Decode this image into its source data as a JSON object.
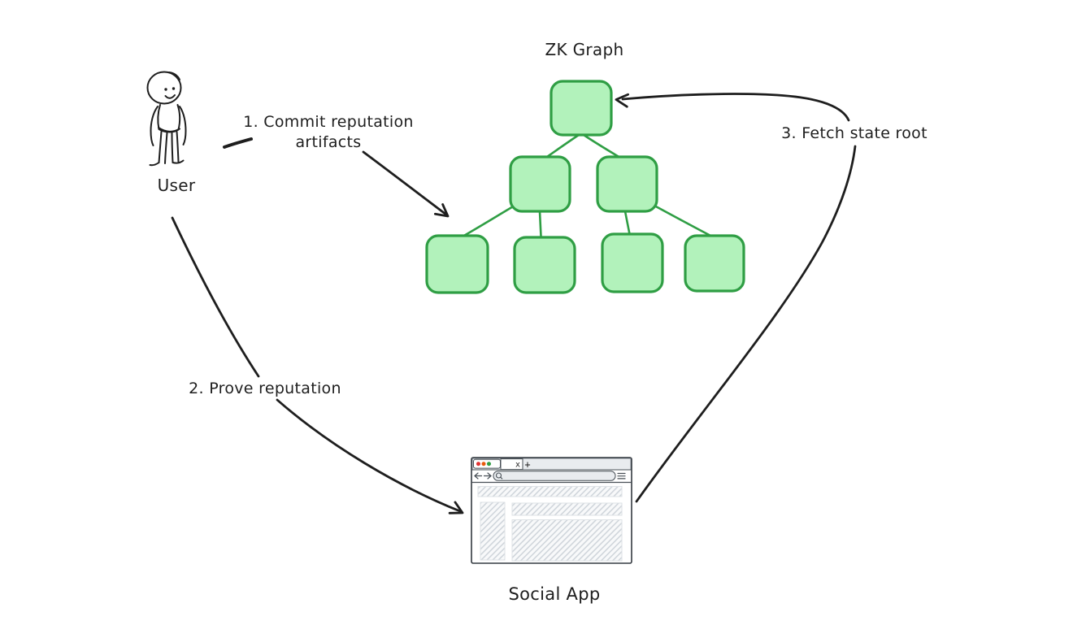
{
  "diagram": {
    "kind": "hand-drawn flow diagram (whiteboard style)",
    "background": "#ffffff",
    "labels": {
      "zk_graph": "ZK Graph",
      "user": "User",
      "social_app": "Social App",
      "step1_line1": "1. Commit reputation",
      "step1_line2": "artifacts",
      "step2": "2. Prove reputation",
      "step3": "3. Fetch state root"
    },
    "colors": {
      "ink": "#1e1e1e",
      "tree_node_fill": "#b2f2bb",
      "tree_node_stroke": "#2f9e44",
      "browser_chrome_gray": "#e9ecef",
      "browser_outline": "#343a40",
      "hatch_line": "#ced4da"
    },
    "tree": {
      "description": "binary merkle-style tree of empty rounded squares",
      "levels": [
        1,
        2,
        4
      ],
      "node_count": 7
    },
    "browser": {
      "tab_close_glyph": "x",
      "new_tab_glyph": "+",
      "traffic_light_colors": [
        "#e03131",
        "#e8590c",
        "#2f9e44"
      ]
    },
    "flows": [
      {
        "from": "User",
        "to": "ZK Graph",
        "label": "1. Commit reputation artifacts"
      },
      {
        "from": "User",
        "to": "Social App",
        "label": "2. Prove reputation"
      },
      {
        "from": "Social App",
        "to": "ZK Graph",
        "label": "3. Fetch state root"
      }
    ]
  }
}
